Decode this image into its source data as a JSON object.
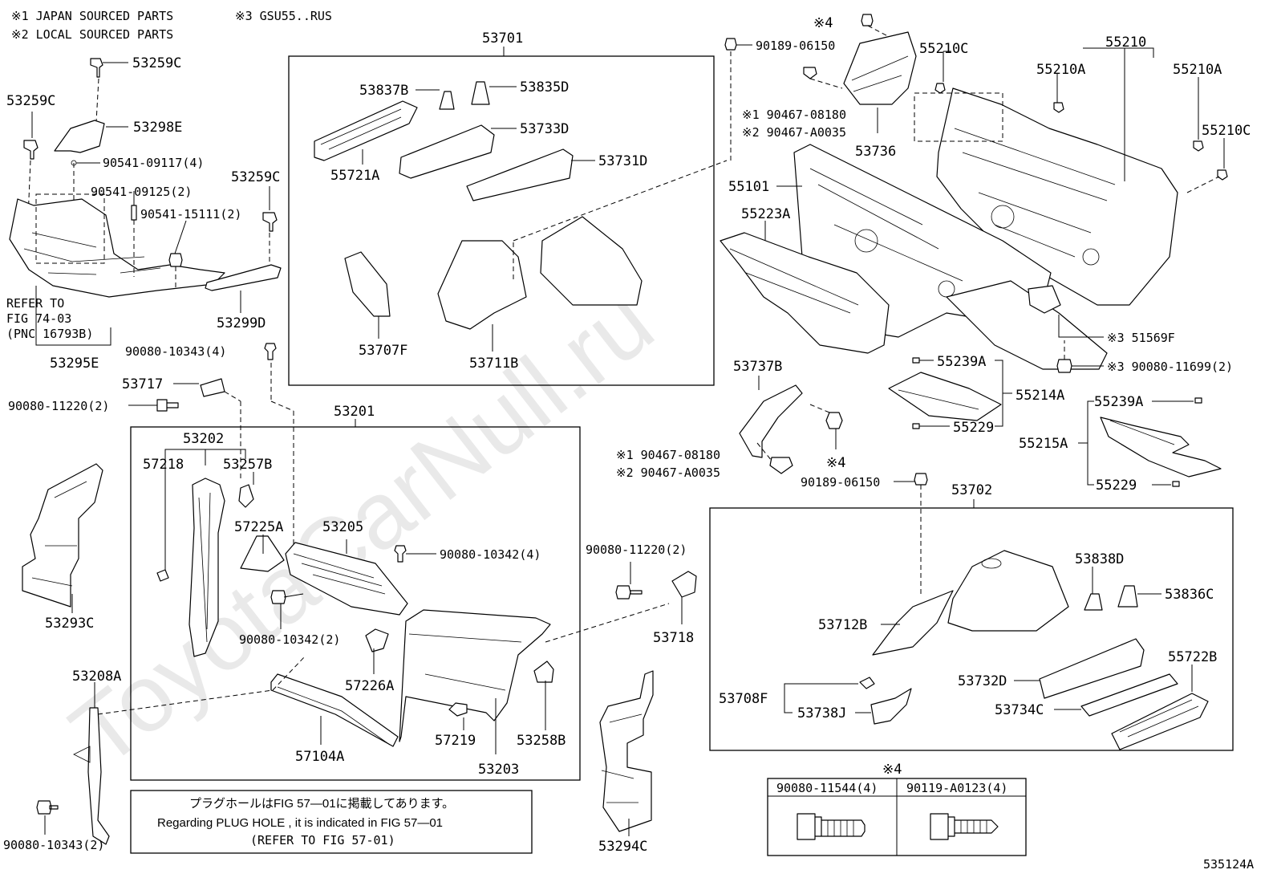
{
  "watermark": "ToyotaCarNull.ru",
  "figure_code": "535124A",
  "notes": {
    "n1": "※1 JAPAN SOURCED PARTS",
    "n2": "※2 LOCAL SOURCED PARTS",
    "n3": "※3 GSU55..RUS"
  },
  "plug_hole_note": {
    "line_jp": "プラグホールはFIG 57—01に掲載してあります。",
    "line_en": "Regarding  PLUG  HOLE , it is indicated in FIG  57—01",
    "line_ref": "(REFER TO FIG 57-01)"
  },
  "fastener_table": {
    "title": "※4",
    "col1": "90080-11544(4)",
    "col2": "90119-A0123(4)"
  },
  "labels": {
    "p53259C_a": "53259C",
    "p53259C_b": "53259C",
    "p53259C_c": "53259C",
    "p53298E": "53298E",
    "p90541_09117": "90541-09117(4)",
    "p90541_09125": "90541-09125(2)",
    "p90541_15111": "90541-15111(2)",
    "p53299D": "53299D",
    "refer1": "REFER TO",
    "refer2": "FIG 74-03",
    "refer3": "(PNC 16793B)",
    "p53295E": "53295E",
    "p90080_10343_a": "90080-10343(4)",
    "p53717": "53717",
    "p90080_11220_a": "90080-11220(2)",
    "p53701": "53701",
    "p53837B": "53837B",
    "p53835D": "53835D",
    "p53733D": "53733D",
    "p55721A": "55721A",
    "p53731D": "53731D",
    "p53707F": "53707F",
    "p53711B": "53711B",
    "p53201": "53201",
    "p53202": "53202",
    "p57218": "57218",
    "p53257B": "53257B",
    "p57225A": "57225A",
    "p53205": "53205",
    "p90080_10342_a": "90080-10342(4)",
    "p90080_10342_b": "90080-10342(2)",
    "p57226A": "57226A",
    "p57104A": "57104A",
    "p57219": "57219",
    "p53258B": "53258B",
    "p53203": "53203",
    "p53293C": "53293C",
    "p53208A": "53208A",
    "p90080_10343_b": "90080-10343(2)",
    "p90080_11220_b": "90080-11220(2)",
    "p53718": "53718",
    "p53294C": "53294C",
    "p4a": "※4",
    "p90189_06150_a": "90189-06150",
    "p55210C_a": "55210C",
    "p90467_08180_a": "※1  90467-08180",
    "p90467_A0035_a": "※2  90467-A0035",
    "p53736": "53736",
    "p55210": "55210",
    "p55210A_a": "55210A",
    "p55210A_b": "55210A",
    "p55210C_b": "55210C",
    "p55101": "55101",
    "p55223A": "55223A",
    "p51569F": "※3 51569F",
    "p90080_11699": "※3 90080-11699(2)",
    "p53737B": "53737B",
    "p55239A_a": "55239A",
    "p55214A": "55214A",
    "p55229_a": "55229",
    "p90467_08180_b": "※1  90467-08180",
    "p90467_A0035_b": "※2  90467-A0035",
    "p4b": "※4",
    "p90189_06150_b": "90189-06150",
    "p55239A_b": "55239A",
    "p55215A": "55215A",
    "p55229_b": "55229",
    "p53702": "53702",
    "p53838D": "53838D",
    "p53836C": "53836C",
    "p53712B": "53712B",
    "p53732D": "53732D",
    "p55722B": "55722B",
    "p53708F": "53708F",
    "p53738J": "53738J",
    "p53734C": "53734C"
  }
}
